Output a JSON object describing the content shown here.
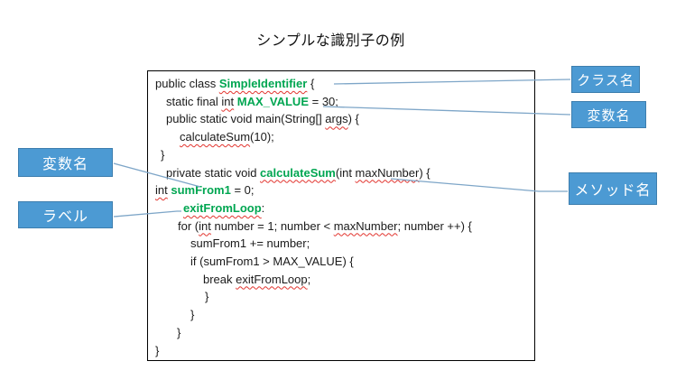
{
  "title": "シンプルな識別子の例",
  "colors": {
    "label_fill": "#4c9ad3",
    "label_border": "#3d7eae",
    "label_text": "#ffffff",
    "connector": "#7ea6c8",
    "ident_green": "#00a651",
    "squiggle_red": "#e2342e",
    "code_text": "#1a1a1a",
    "code_border": "#000000"
  },
  "callouts": {
    "class_name": "クラス名",
    "variable_name_right": "変数名",
    "method_name": "メソッド名",
    "variable_name_left": "変数名",
    "label": "ラベル"
  },
  "code": {
    "lines": [
      {
        "indent": 0,
        "segments": [
          {
            "t": "public class ",
            "s": "p"
          },
          {
            "t": "SimpleIdentifier",
            "s": "gs"
          },
          {
            "t": " {",
            "s": "p"
          }
        ]
      },
      {
        "indent": 12,
        "segments": [
          {
            "t": "static final ",
            "s": "p"
          },
          {
            "t": "int",
            "s": "rs"
          },
          {
            "t": " ",
            "s": "p"
          },
          {
            "t": "MAX_VALUE",
            "s": "g"
          },
          {
            "t": " = 30;",
            "s": "p"
          }
        ]
      },
      {
        "indent": 12,
        "segments": [
          {
            "t": "public static void main(String[] ",
            "s": "p"
          },
          {
            "t": "args",
            "s": "rs"
          },
          {
            "t": ") {",
            "s": "p"
          }
        ]
      },
      {
        "indent": 27,
        "segments": [
          {
            "t": "calculateSum",
            "s": "rs"
          },
          {
            "t": "(10);",
            "s": "p"
          }
        ]
      },
      {
        "indent": 6,
        "segments": [
          {
            "t": "}",
            "s": "p"
          }
        ]
      },
      {
        "indent": 12,
        "segments": [
          {
            "t": "private static void ",
            "s": "p"
          },
          {
            "t": "calculateSum",
            "s": "gs"
          },
          {
            "t": "(int ",
            "s": "p"
          },
          {
            "t": "maxNumber",
            "s": "rs"
          },
          {
            "t": ") {",
            "s": "p"
          }
        ]
      },
      {
        "indent": 0,
        "segments": [
          {
            "t": "int",
            "s": "rs"
          },
          {
            "t": " ",
            "s": "p"
          },
          {
            "t": "sumFrom1",
            "s": "g"
          },
          {
            "t": " = 0;",
            "s": "p"
          }
        ]
      },
      {
        "indent": 31,
        "segments": [
          {
            "t": "exitFromLoop",
            "s": "gs"
          },
          {
            "t": ":",
            "s": "p"
          }
        ]
      },
      {
        "indent": 25,
        "segments": [
          {
            "t": "for (",
            "s": "p"
          },
          {
            "t": "int",
            "s": "rs"
          },
          {
            "t": " number = 1; number < ",
            "s": "p"
          },
          {
            "t": "maxNumber",
            "s": "rs"
          },
          {
            "t": "; number ++) {",
            "s": "p"
          }
        ]
      },
      {
        "indent": 39,
        "segments": [
          {
            "t": "sumFrom1 += number;",
            "s": "p"
          }
        ]
      },
      {
        "indent": 39,
        "segments": [
          {
            "t": "if (sumFrom1 > MAX_VALUE) {",
            "s": "p"
          }
        ]
      },
      {
        "indent": 53,
        "segments": [
          {
            "t": "break ",
            "s": "p"
          },
          {
            "t": "exitFromLoop",
            "s": "rs"
          },
          {
            "t": ";",
            "s": "p"
          }
        ]
      },
      {
        "indent": 55,
        "segments": [
          {
            "t": "}",
            "s": "p"
          }
        ]
      },
      {
        "indent": 39,
        "segments": [
          {
            "t": "}",
            "s": "p"
          }
        ]
      },
      {
        "indent": 24,
        "segments": [
          {
            "t": "}",
            "s": "p"
          }
        ]
      },
      {
        "indent": 0,
        "segments": [
          {
            "t": "}",
            "s": "p"
          }
        ]
      }
    ]
  }
}
